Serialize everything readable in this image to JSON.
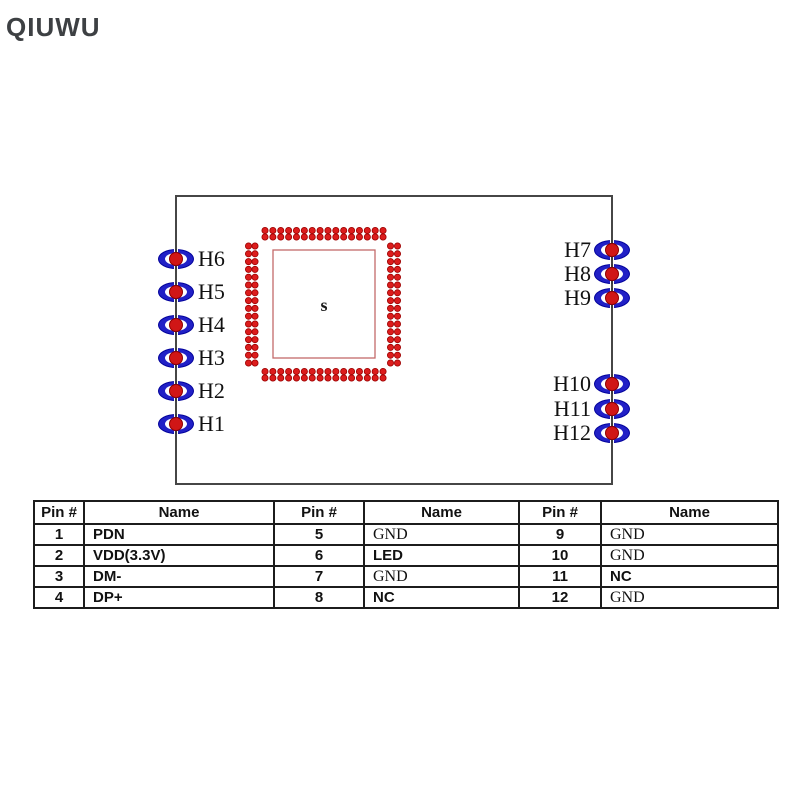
{
  "watermark": "QIUWU",
  "diagram": {
    "chip_label": "s",
    "left_pads": [
      "H6",
      "H5",
      "H4",
      "H3",
      "H2",
      "H1"
    ],
    "right_top_pads": [
      "H7",
      "H8",
      "H9"
    ],
    "right_bottom_pads": [
      "H10",
      "H11",
      "H12"
    ],
    "colors": {
      "pad_blue": "#2120c6",
      "pad_hole_red": "#d01616",
      "smd_pad_red": "#dc1c1c",
      "chip_outline_pink": "#c46a6a",
      "board_outline_gray": "#464646",
      "table_border": "#1c1c1c",
      "watermark_gray": "#3d4043"
    }
  },
  "pin_table": {
    "headers": [
      "Pin #",
      "Name",
      "Pin #",
      "Name",
      "Pin #",
      "Name"
    ],
    "rows": [
      [
        "1",
        "PDN",
        "5",
        "GND",
        "9",
        "GND"
      ],
      [
        "2",
        "VDD(3.3V)",
        "6",
        "LED",
        "10",
        "GND"
      ],
      [
        "3",
        "DM-",
        "7",
        "GND",
        "11",
        "NC"
      ],
      [
        "4",
        "DP+",
        "8",
        "NC",
        "12",
        "GND"
      ]
    ]
  }
}
